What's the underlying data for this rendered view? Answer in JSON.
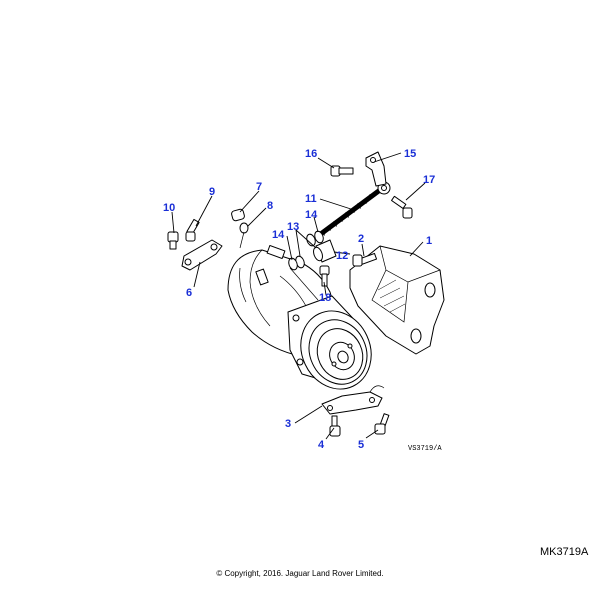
{
  "callouts": {
    "c1": "1",
    "c2": "2",
    "c3": "3",
    "c4": "4",
    "c5": "5",
    "c6": "6",
    "c7": "7",
    "c8": "8",
    "c9": "9",
    "c10": "10",
    "c11": "11",
    "c12": "12",
    "c13": "13",
    "c14a": "14",
    "c14b": "14",
    "c15": "15",
    "c16": "16",
    "c17": "17",
    "c18": "18"
  },
  "ref_code": "VS3719/A",
  "diagram_id": "MK3719A",
  "copyright": "© Copyright, 2016. Jaguar Land Rover Limited.",
  "colors": {
    "callout": "#1a2fd6",
    "line": "#000000",
    "background": "#ffffff"
  }
}
